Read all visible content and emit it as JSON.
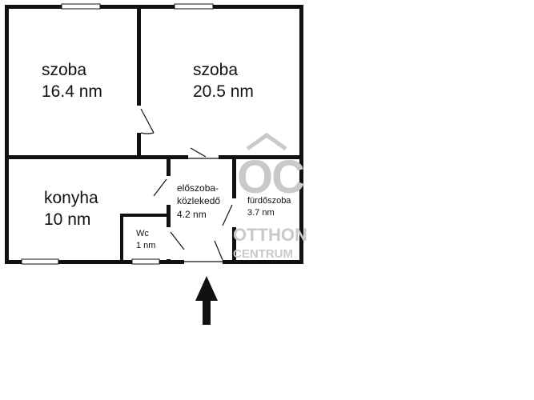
{
  "rooms": [
    {
      "name": "szoba",
      "area": "16.4 nm"
    },
    {
      "name": "szoba",
      "area": "20.5 nm"
    },
    {
      "name": "konyha",
      "area": "10 nm"
    },
    {
      "name": "Wc",
      "area": "1 nm"
    },
    {
      "name": "előszoba-",
      "name2": "közlekedő",
      "area": "4.2 nm"
    },
    {
      "name": "fürdőszoba",
      "area": "3.7 nm"
    }
  ],
  "watermark": {
    "logo": "OC",
    "line1": "OTTHON",
    "line2": "CENTRUM"
  },
  "entrance_arrow_icon": "up-arrow-icon",
  "colors": {
    "wall": "#111111",
    "watermark": "#c9c9c9",
    "background": "#ffffff"
  }
}
